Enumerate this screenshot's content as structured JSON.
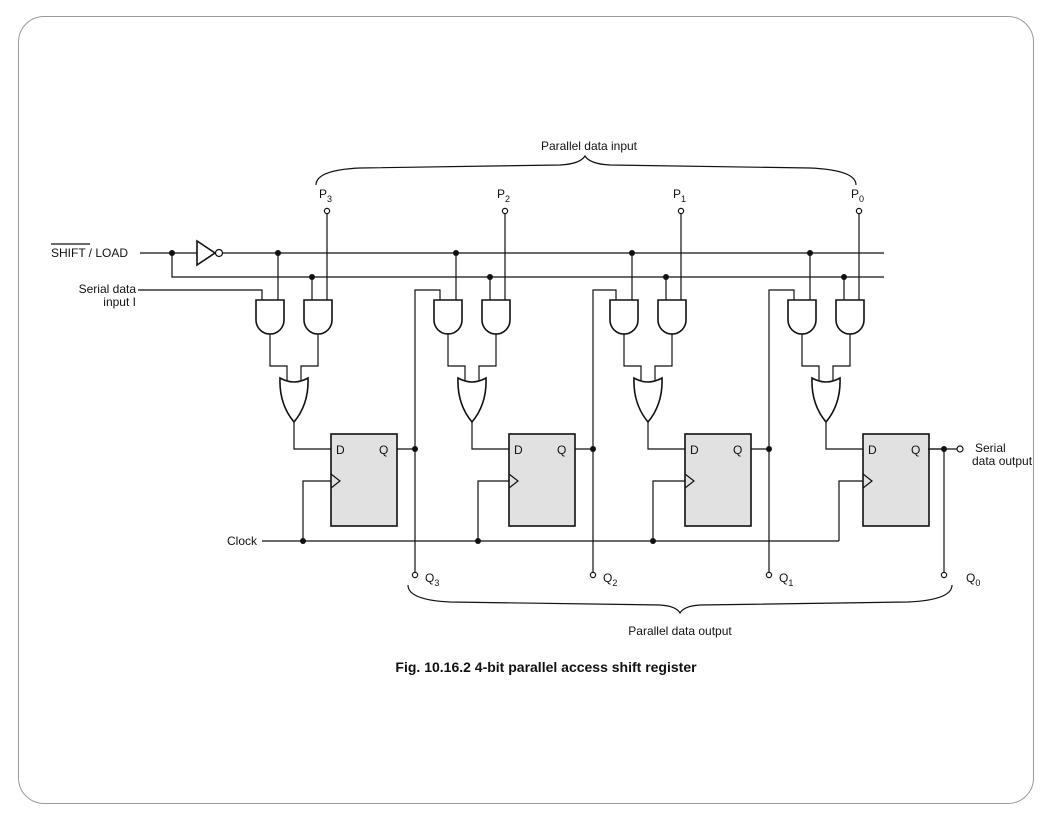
{
  "signals": {
    "shift_load_bar": "SHIFT",
    "shift_load_rest": "/ LOAD",
    "serial_input_line1": "Serial data",
    "serial_input_line2": "input I",
    "clock": "Clock",
    "serial_output_line1": "Serial",
    "serial_output_line2": "data output",
    "parallel_input": "Parallel data input",
    "parallel_output": "Parallel data output"
  },
  "parallel_inputs": [
    {
      "base": "P",
      "sub": "3"
    },
    {
      "base": "P",
      "sub": "2"
    },
    {
      "base": "P",
      "sub": "1"
    },
    {
      "base": "P",
      "sub": "0"
    }
  ],
  "parallel_outputs": [
    {
      "base": "Q",
      "sub": "3"
    },
    {
      "base": "Q",
      "sub": "2"
    },
    {
      "base": "Q",
      "sub": "1"
    },
    {
      "base": "Q",
      "sub": "0"
    }
  ],
  "flip_flop": {
    "d_label": "D",
    "q_label": "Q"
  },
  "caption": "Fig. 10.16.2  4-bit parallel access shift register",
  "colors": {
    "wire": "#111111",
    "ff_fill": "#e1e1e1",
    "frame": "#9a9a9a"
  }
}
